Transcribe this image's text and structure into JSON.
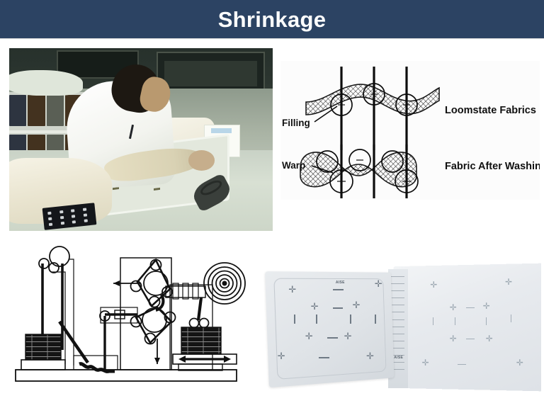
{
  "slide": {
    "title": "Shrinkage",
    "banner_color": "#2c4363",
    "title_color": "#ffffff",
    "background_color": "#ffffff"
  },
  "photo_lab": {
    "name": "lab-technician-measuring-fabric-photo",
    "description": "Technician in white lab coat marking and measuring a fabric sample on a laboratory table with binders on shelves behind"
  },
  "diagram_weave": {
    "name": "weave-crimp-diagram",
    "labels": {
      "filling": "Filling",
      "warp": "Warp",
      "loomstate": "Loomstate Fabrics",
      "after_washing": "Fabric After Washing"
    }
  },
  "drawing_machine": {
    "name": "shrinkage-tester-machine-drawing",
    "description": "Line drawing of a fabric shrinkage / relaxation testing machine with weighted pulleys, belt driven roller clusters, a spiral dial and a sliding weight platform"
  },
  "photo_fabric": {
    "name": "marked-fabric-sample-photo",
    "description": "Fabric sample marked with benchmark cross marks next to a marking template with a graduated scale strip"
  }
}
